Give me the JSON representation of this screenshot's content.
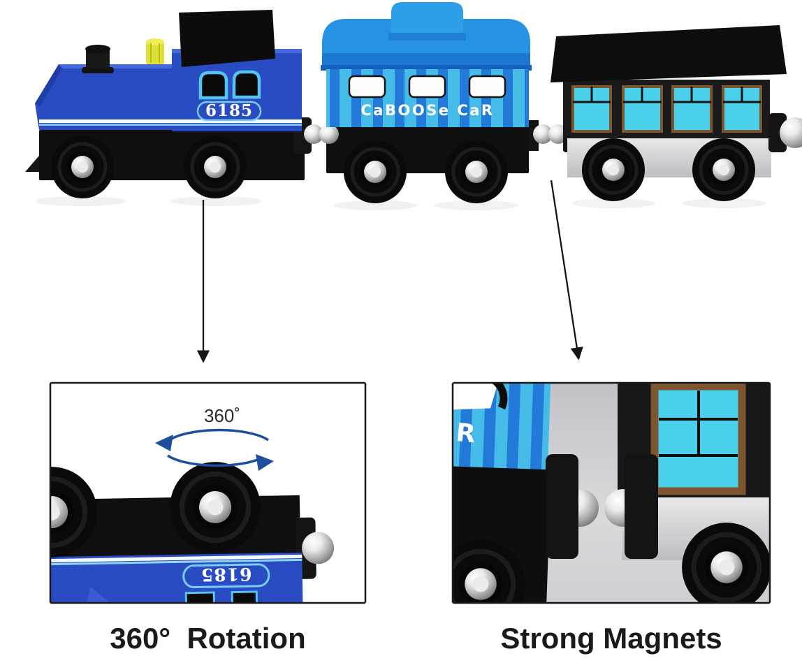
{
  "palette": {
    "background": "#ffffff",
    "loco_blue": "#2a4cc2",
    "loco_blue_light": "#4668d8",
    "black_wood": "#0f0f0f",
    "knob_yellow": "#dfe136",
    "window_frame_cyan": "#55c4f0",
    "caboose_light": "#45bce8",
    "caboose_stripe": "#2379d8",
    "caboose_roof": "#2593e2",
    "caboose_cupola": "#2d9fe8",
    "coach_window_cyan": "#4ad0e8",
    "coach_frame_brown": "#7d5630",
    "rotation_arrow_blue": "#1d4f9e",
    "inset_bg_gray": "#cccccf",
    "text_color": "#1a1a1a"
  },
  "locomotive": {
    "number": "6185"
  },
  "caboose": {
    "label": "CaBOOSe CaR"
  },
  "insets": {
    "rotation": {
      "degree_label": "360˚",
      "number": "6185"
    },
    "magnets": {
      "visible_letter": "R"
    }
  },
  "captions": {
    "rotation": "360°  Rotation",
    "magnets": "Strong Magnets"
  }
}
